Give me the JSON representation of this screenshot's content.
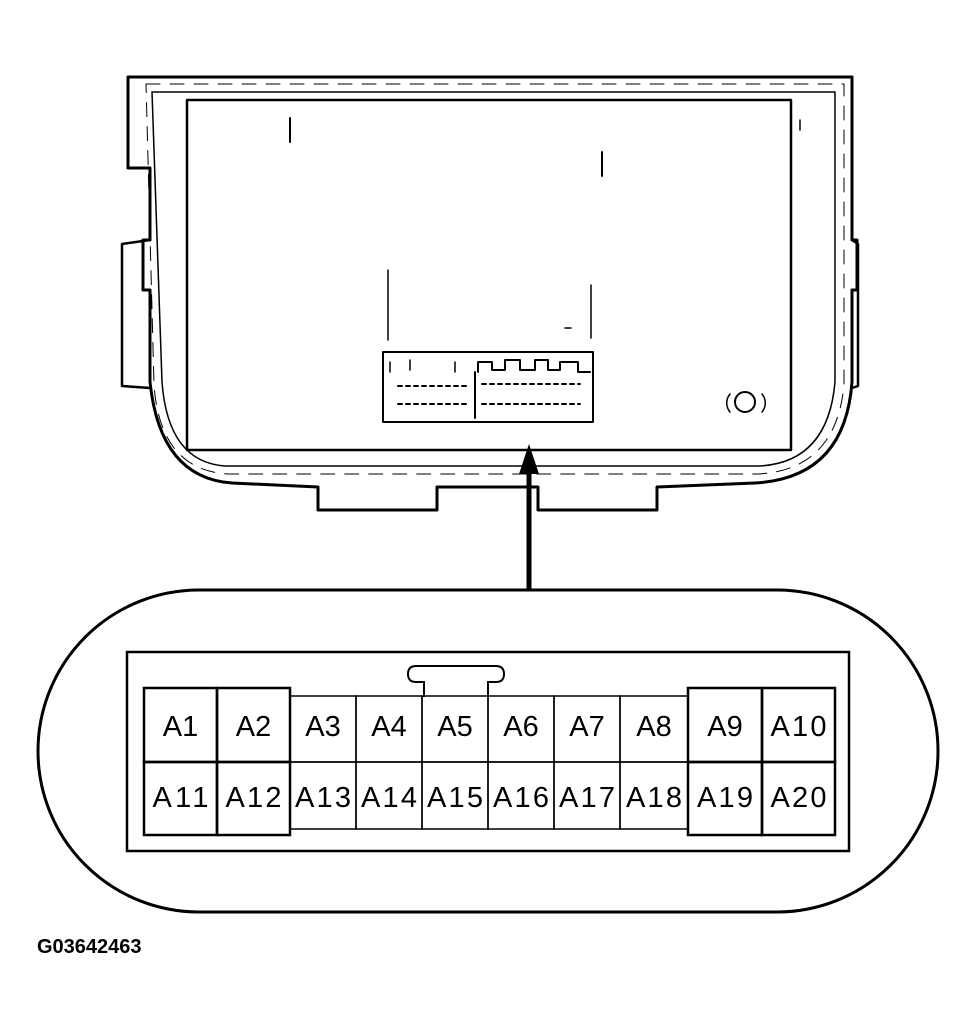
{
  "figure_id": "G03642463",
  "connector": {
    "top_row": [
      "A1",
      "A2",
      "A3",
      "A4",
      "A5",
      "A6",
      "A7",
      "A8",
      "A9",
      "A10"
    ],
    "bottom_row": [
      "A11",
      "A12",
      "A13",
      "A14",
      "A15",
      "A16",
      "A17",
      "A18",
      "A19",
      "A20"
    ]
  },
  "colors": {
    "line": "#000000",
    "background": "#ffffff"
  }
}
